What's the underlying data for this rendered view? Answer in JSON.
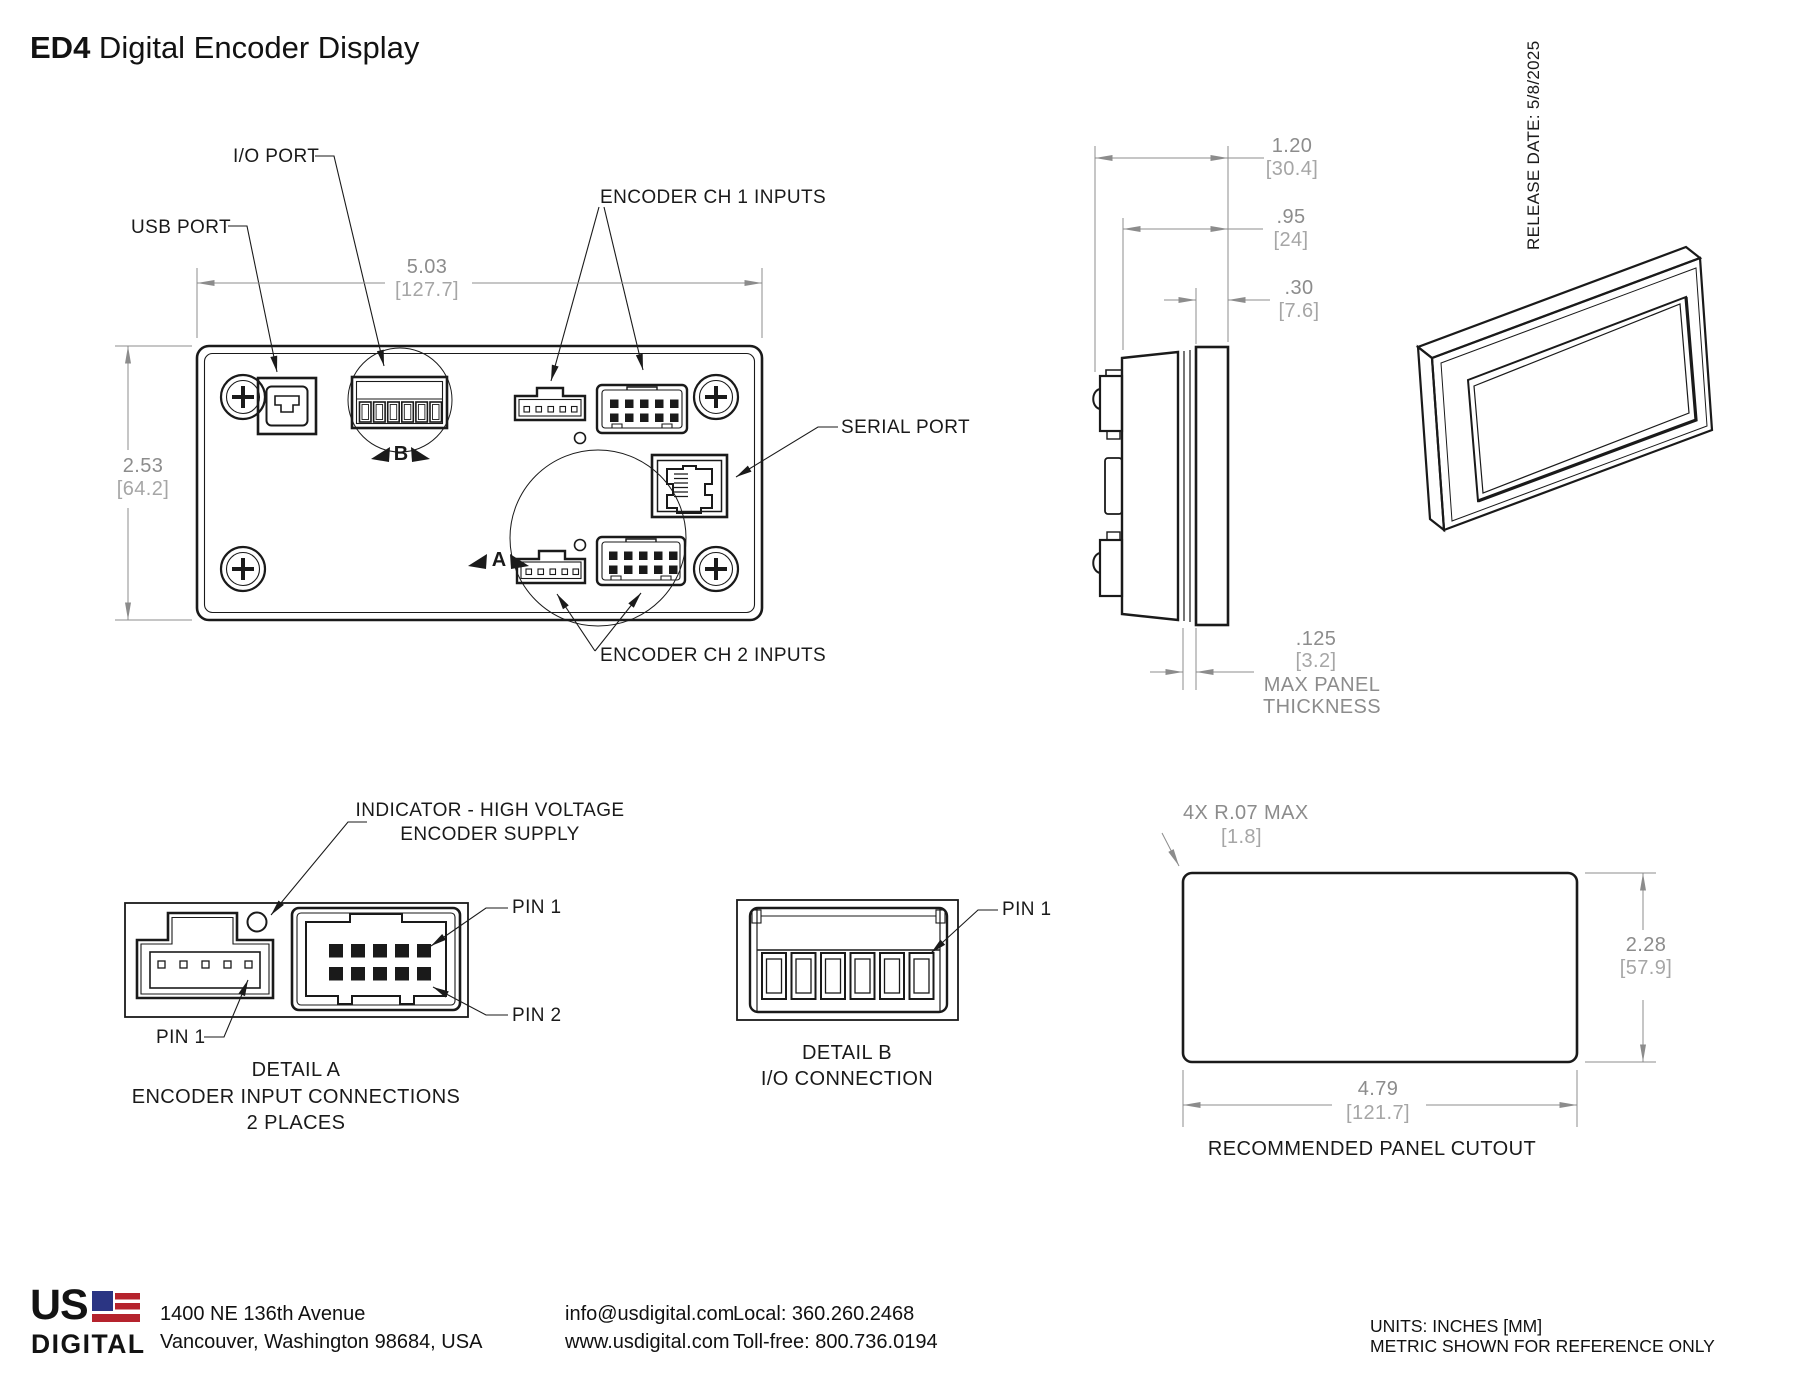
{
  "title": {
    "bold": "ED4",
    "rest": " Digital Encoder Display"
  },
  "release_date": "RELEASE DATE: 5/8/2025",
  "front_view": {
    "label_io_port": "I/O PORT",
    "label_usb_port": "USB PORT",
    "label_encoder_ch1": "ENCODER CH 1 INPUTS",
    "label_serial_port": "SERIAL PORT",
    "label_encoder_ch2": "ENCODER CH 2 INPUTS",
    "marker_b": "B",
    "marker_a": "A",
    "dim_width": {
      "inches": "5.03",
      "mm": "[127.7]"
    },
    "dim_height": {
      "inches": "2.53",
      "mm": "[64.2]"
    }
  },
  "side_view": {
    "dim_depth_total": {
      "inches": "1.20",
      "mm": "[30.4]"
    },
    "dim_depth_behind": {
      "inches": ".95",
      "mm": "[24]"
    },
    "dim_bezel": {
      "inches": ".30",
      "mm": "[7.6]"
    },
    "dim_panel": {
      "inches": ".125",
      "mm": "[3.2]",
      "note1": "MAX PANEL",
      "note2": "THICKNESS"
    }
  },
  "detail_a": {
    "indicator_line1": "INDICATOR - HIGH VOLTAGE",
    "indicator_line2": "ENCODER SUPPLY",
    "pin1_header": "PIN 1",
    "pin2_header": "PIN 2",
    "pin1_connector": "PIN 1",
    "caption1": "DETAIL A",
    "caption2": "ENCODER INPUT CONNECTIONS",
    "caption3": "2 PLACES"
  },
  "detail_b": {
    "pin1": "PIN 1",
    "caption1": "DETAIL B",
    "caption2": "I/O CONNECTION"
  },
  "panel_cutout": {
    "corner_radius": "4X R.07 MAX",
    "corner_radius_mm": "[1.8]",
    "dim_height": {
      "inches": "2.28",
      "mm": "[57.9]"
    },
    "dim_width": {
      "inches": "4.79",
      "mm": "[121.7]"
    },
    "caption": "RECOMMENDED PANEL CUTOUT"
  },
  "footer": {
    "logo_line1": "US",
    "logo_line2": "DIGITAL",
    "address_line1": "1400 NE 136th Avenue",
    "address_line2": "Vancouver, Washington 98684, USA",
    "email": "info@usdigital.com",
    "website": "www.usdigital.com",
    "phone_local": "Local: 360.260.2468",
    "phone_tollfree": "Toll-free: 800.736.0194",
    "units_line1": "UNITS: INCHES [MM]",
    "units_line2": "METRIC SHOWN FOR REFERENCE ONLY"
  },
  "colors": {
    "line": "#1a1a1a",
    "dimension": "#8c8c8c",
    "dimension_light": "#a6a6a6",
    "logo_navy": "#2b3583",
    "logo_red": "#b5232d"
  }
}
